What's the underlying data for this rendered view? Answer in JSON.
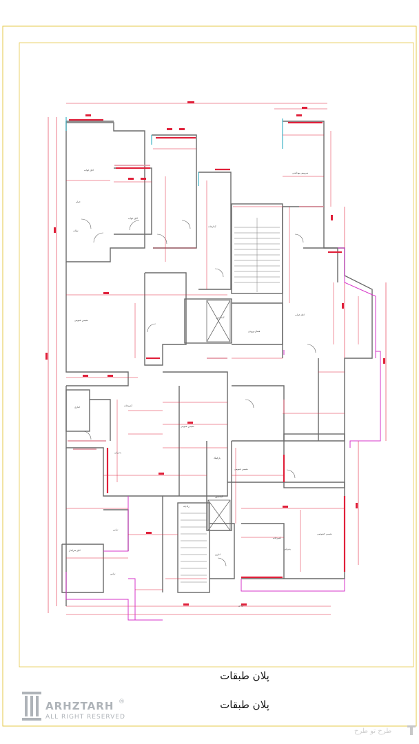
{
  "drawing": {
    "title_primary": "پلان طبقات",
    "title_secondary": "پلان طبقات",
    "colors": {
      "border": "#e6c94a",
      "wall": "#6a6a6a",
      "dimension": "#e0203a",
      "exterior": "#d633c8",
      "partition": "#e08a98",
      "facade": "#3fb4c6"
    },
    "room_labels": [
      "اتاق خواب",
      "اتاق خواب",
      "اتاق خواب",
      "سرویس بهداشتی",
      "توالت",
      "حمام",
      "آبدارخانه",
      "نشیمن عمومی",
      "نشیمن عمومی",
      "نشیمن عمومی",
      "نشیمن خصوصی",
      "آشپزخانه",
      "آشپزخانه",
      "پذیرایی",
      "پذیرایی",
      "تراس",
      "تراس",
      "تراس",
      "انباری",
      "انباری",
      "راه پله",
      "آسانسور",
      "آسانسور",
      "فضای ورودی",
      "پارکینگ",
      "اتاق سرایدار"
    ]
  },
  "branding": {
    "logo_text": "ARHZTARH",
    "logo_subtext": "ALL RIGHT RESERVED",
    "logo_mark": "pillar-icon",
    "watermark_text": "طرح تو طرح"
  }
}
